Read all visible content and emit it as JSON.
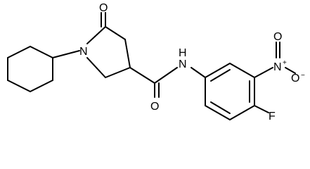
{
  "atoms": {
    "n_ring": "N",
    "o_carbonyl_ring": "O",
    "n_amide": "N",
    "h_amide": "H",
    "o_amide": "O",
    "n_nitro": "N",
    "n_nitro_charge": "+",
    "o_nitro_top": "O",
    "o_nitro_right": "O",
    "o_nitro_charge": "−",
    "f": "F"
  }
}
